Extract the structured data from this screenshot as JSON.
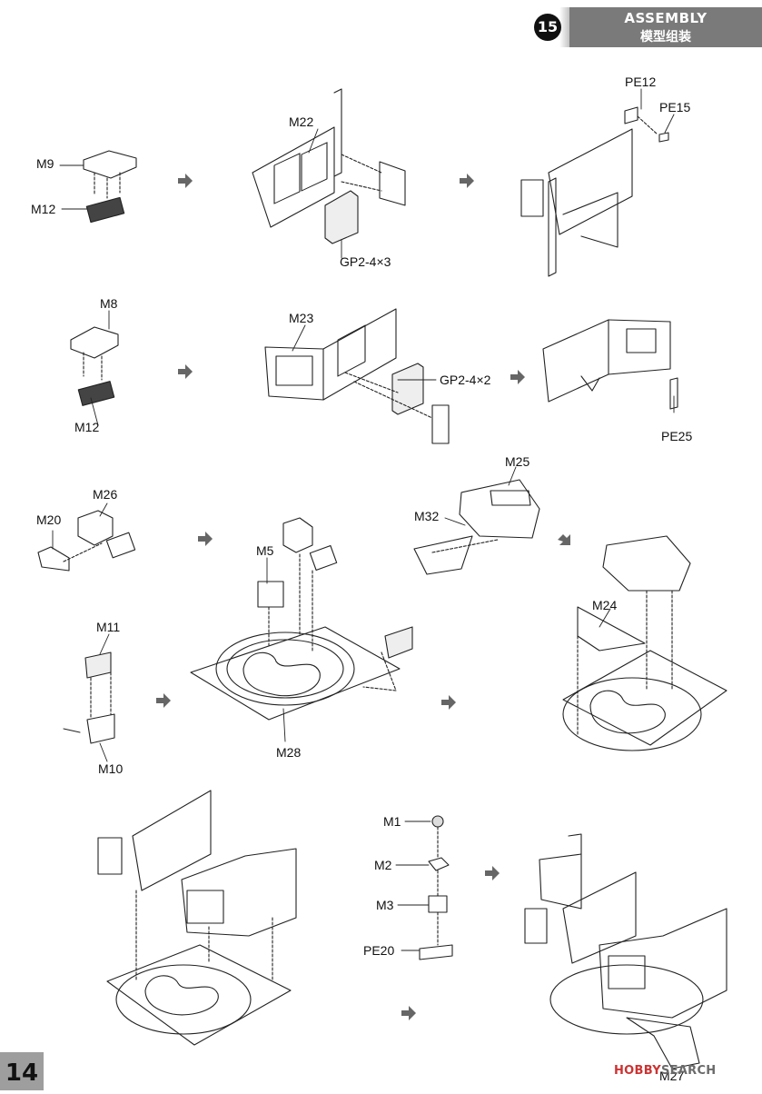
{
  "header": {
    "step_number": "15",
    "title": "ASSEMBLY",
    "subtitle": "模型组装"
  },
  "page_number": "14",
  "watermark": {
    "brand": "HOBBY",
    "rest": "SEARCH"
  },
  "part_labels": {
    "m9": "M9",
    "m12_a": "M12",
    "m22": "M22",
    "gp2_4x3": "GP2-4×3",
    "pe12": "PE12",
    "pe15": "PE15",
    "m8": "M8",
    "m12_b": "M12",
    "m23": "M23",
    "gp2_4x2": "GP2-4×2",
    "pe25": "PE25",
    "m26": "M26",
    "m20": "M20",
    "m5": "M5",
    "m25": "M25",
    "m32": "M32",
    "m24": "M24",
    "m11": "M11",
    "m10": "M10",
    "m28": "M28",
    "m1": "M1",
    "m2": "M2",
    "m3": "M3",
    "pe20": "PE20",
    "m27": "M27"
  }
}
